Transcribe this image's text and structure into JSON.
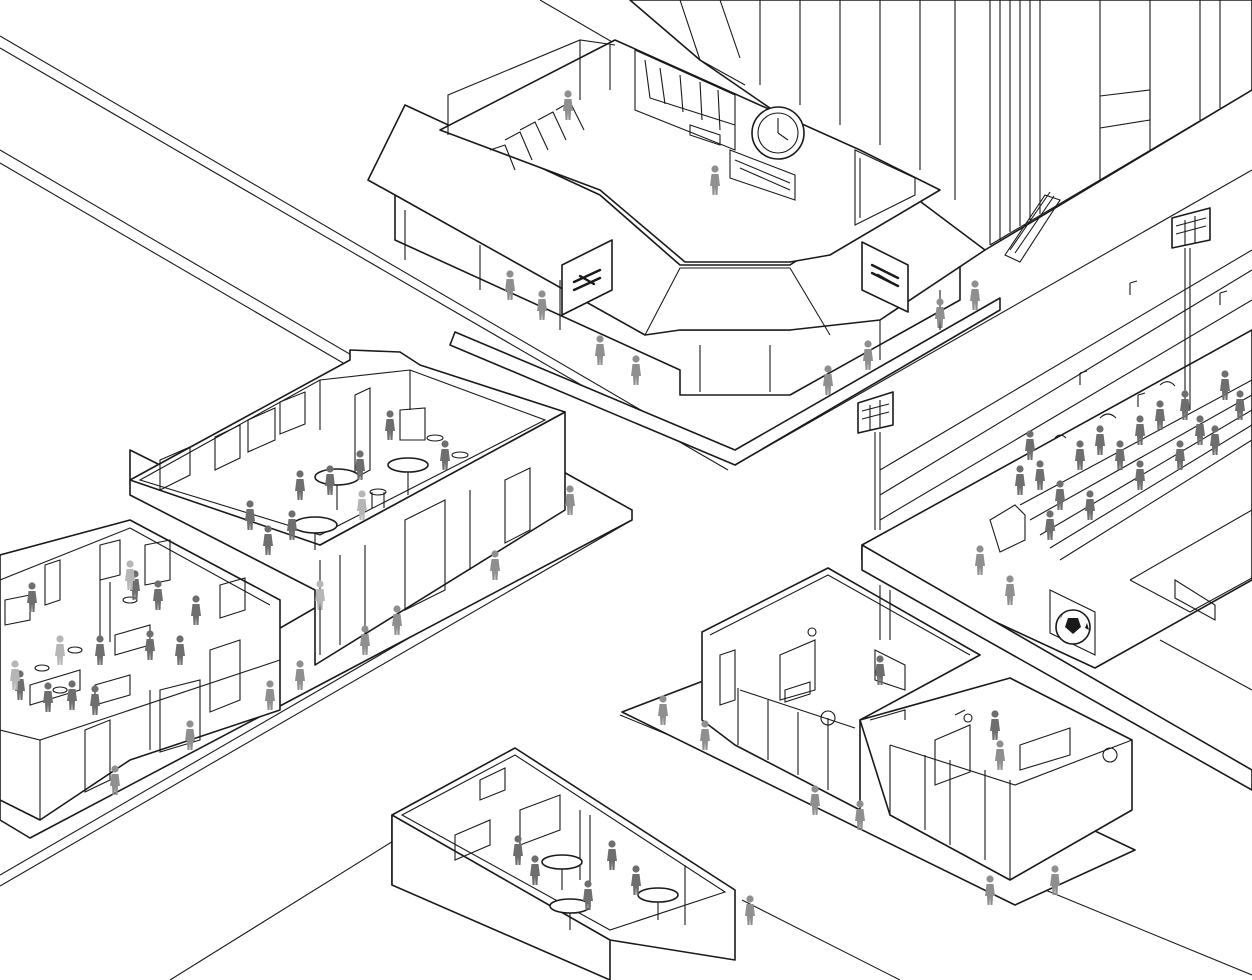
{
  "scene": {
    "colors": {
      "line": "#1a1a1a",
      "background": "#ffffff",
      "people": [
        "#6e6e6e",
        "#8f8f8f",
        "#b6b6b6"
      ]
    },
    "icons": [
      "railway-station-building",
      "national-rail-double-arrow-icon",
      "station-clock",
      "ticket-barrier",
      "departure-board",
      "pub-building",
      "cafe-building",
      "restaurant-building",
      "terraced-houses",
      "football-stadium",
      "floodlight",
      "football-icon",
      "music-note-icon",
      "sound-wave-icon",
      "high-rise-tower",
      "pedestrian-silhouette"
    ]
  }
}
